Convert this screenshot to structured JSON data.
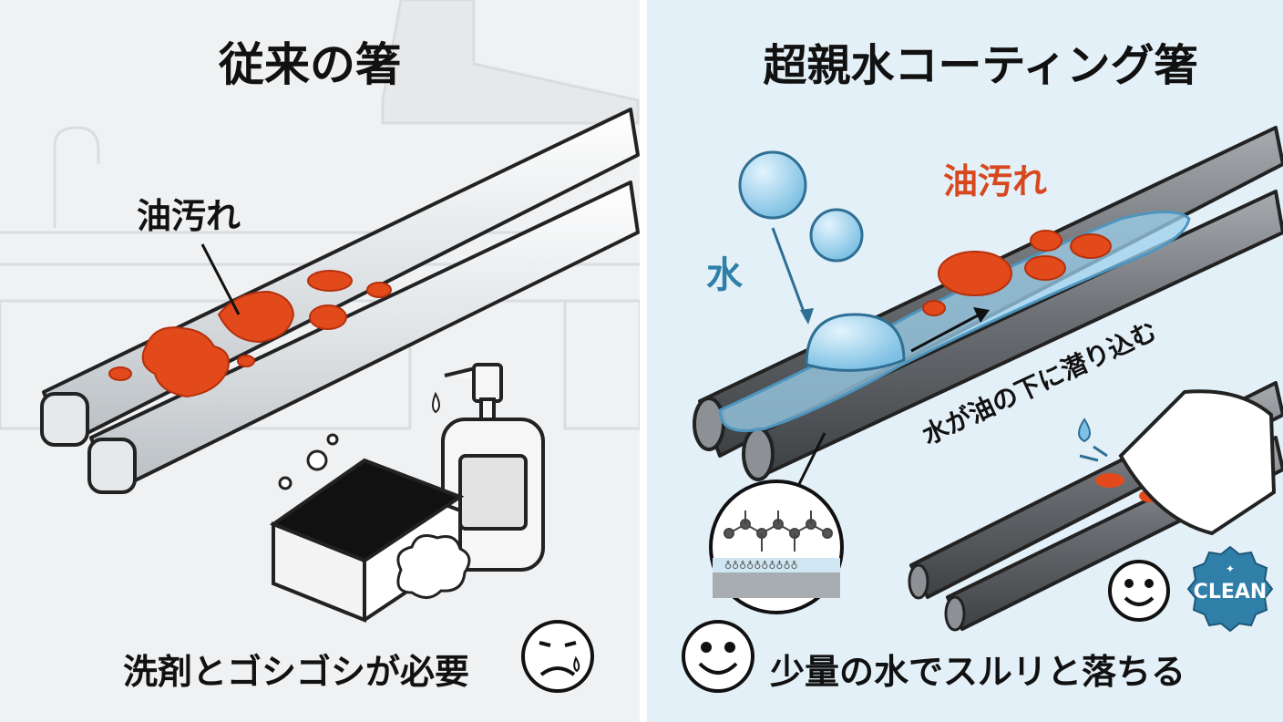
{
  "left_panel": {
    "title": "従来の箸",
    "oil_label": "油汚れ",
    "caption": "洗剤とゴシゴシが必要",
    "face": "sad-face-icon"
  },
  "right_panel": {
    "title": "超親水コーティング箸",
    "oil_label": "油汚れ",
    "water_label": "水",
    "slide_note": "水が油の下に潜り込む",
    "caption": "少量の水でスルリと落ちる",
    "badge": "CLEAN",
    "face": "smile-face-icon"
  },
  "colors": {
    "left_bg": "#f0f1f2",
    "right_bg": "#e4f0f8",
    "oil": "#e24a1c",
    "water": "#9cd0ec",
    "badge": "#2f7fa8"
  }
}
